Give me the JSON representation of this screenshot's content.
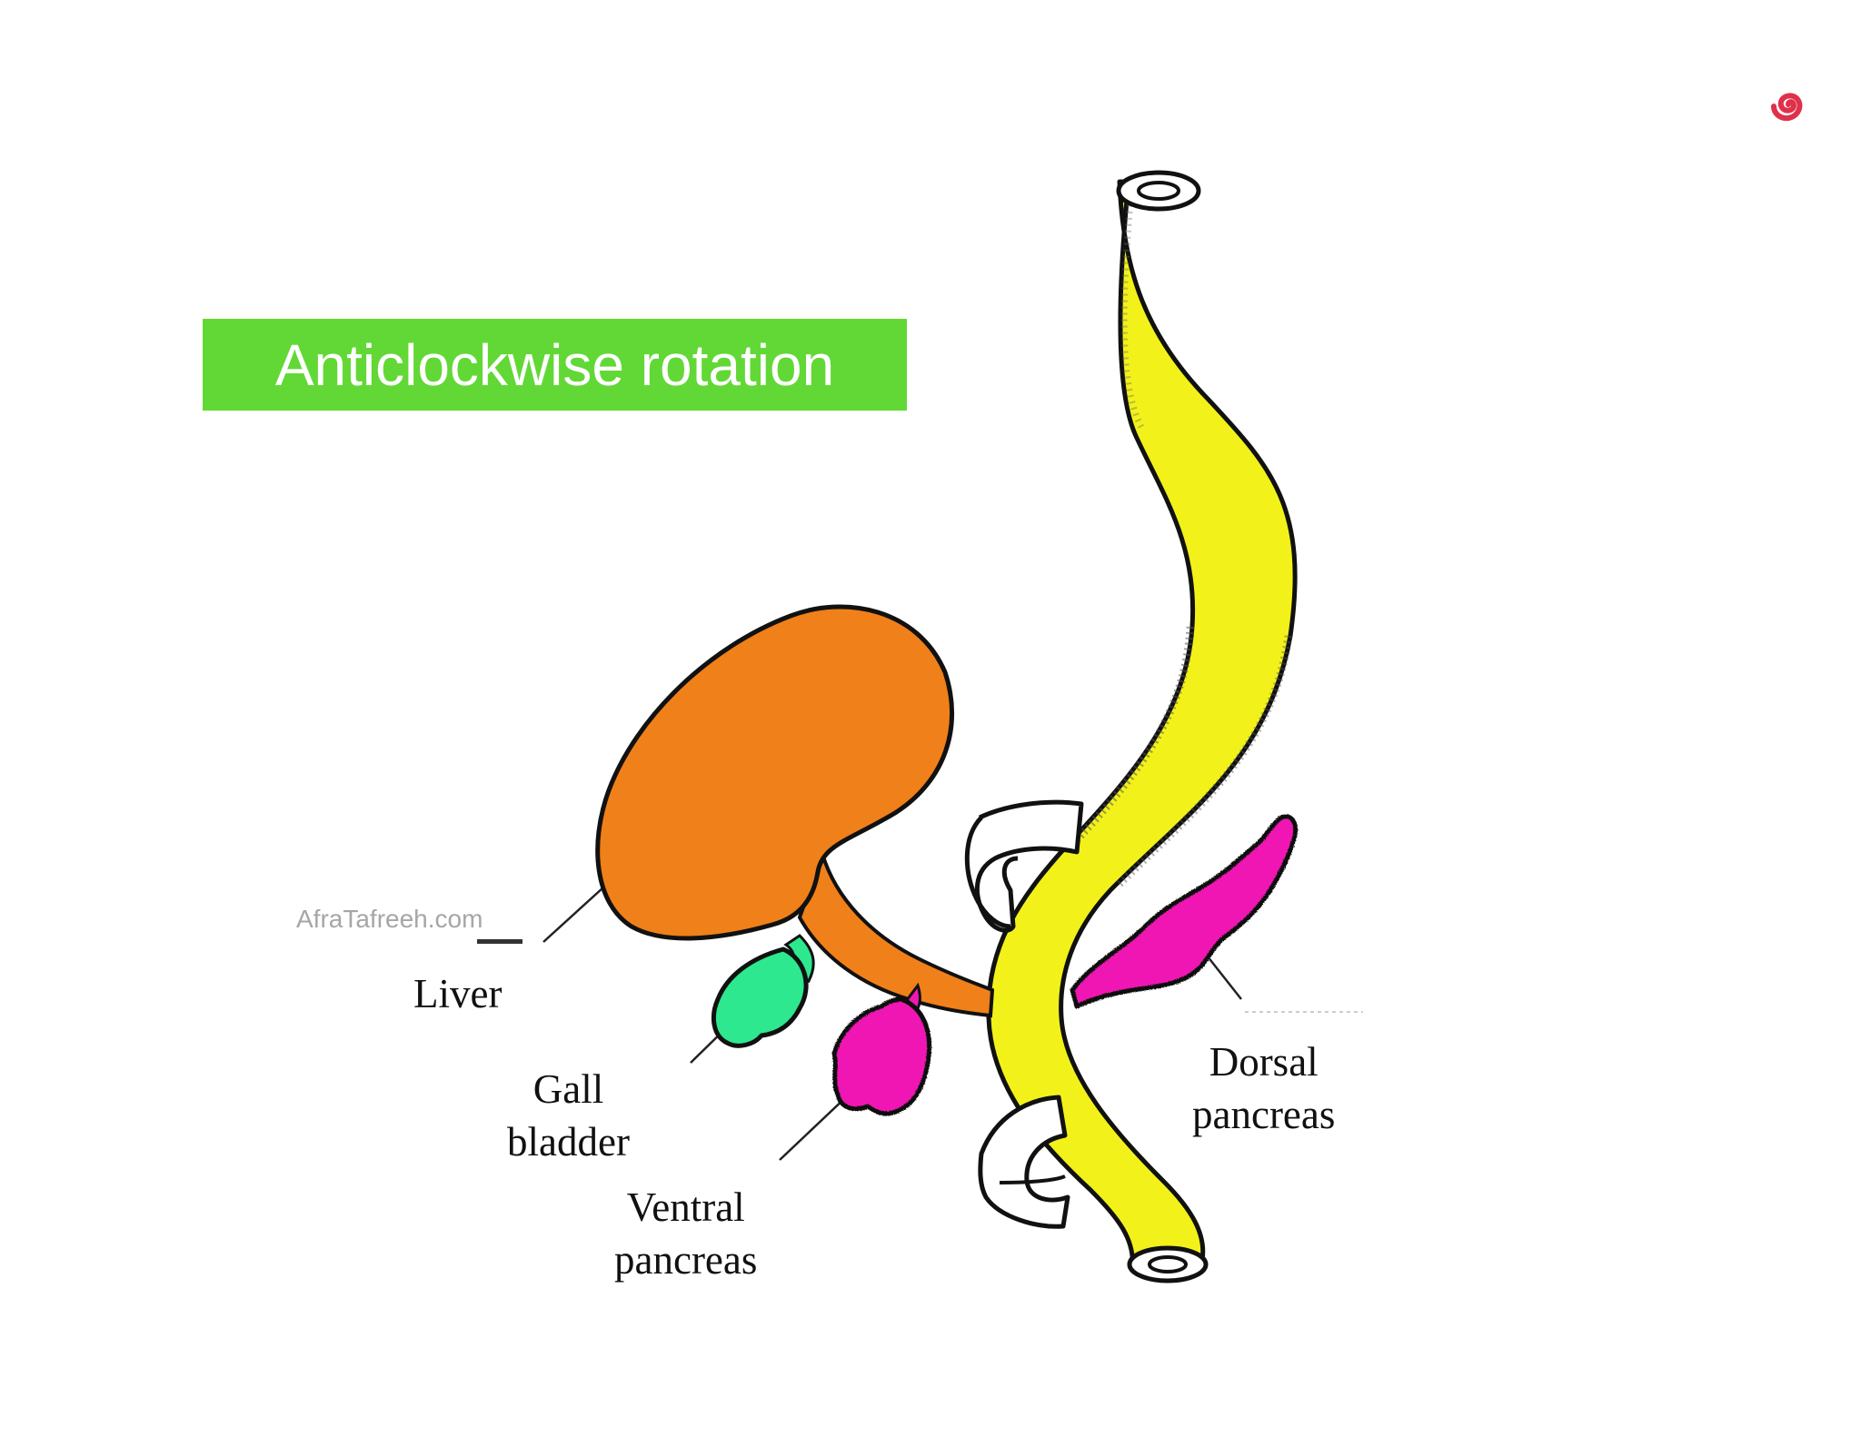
{
  "title": "Anticlockwise rotation",
  "watermark": "AfraTafreeh.com",
  "logo_icon": "spiral-logo-icon",
  "colors": {
    "title_bg": "#62d836",
    "gut": "#f2f21a",
    "liver": "#f08019",
    "gall_bladder": "#2de88f",
    "pancreas": "#f018b4",
    "outline": "#111111"
  },
  "labels": {
    "liver": "Liver",
    "gall_bladder": [
      "Gall",
      "bladder"
    ],
    "ventral_pancreas": [
      "Ventral",
      "pancreas"
    ],
    "dorsal_pancreas": [
      "Dorsal",
      "pancreas"
    ]
  }
}
